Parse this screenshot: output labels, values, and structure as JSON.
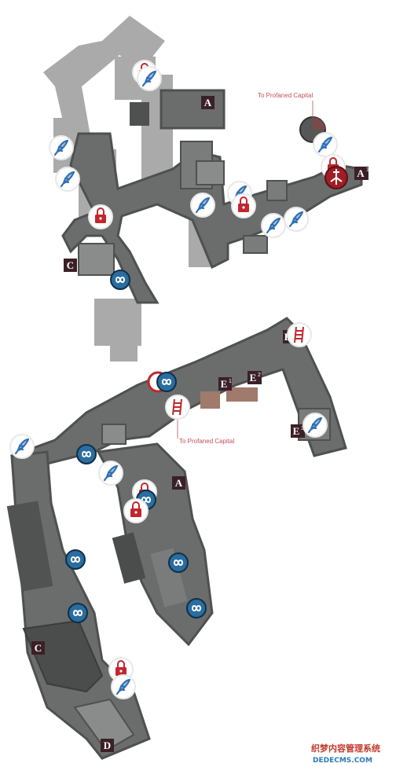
{
  "colors": {
    "upper_floor": "#a9aaa9",
    "upper_floor_dark": "#4e5150",
    "lower_floor": "#6a6d6c",
    "lower_floor_dark": "#4a4d4c",
    "lower_floor_light": "#8a8c8b",
    "label_bg": "#3b2027",
    "route_text": "#c0505a",
    "teleport_blue": "#2a6da0",
    "lock_red": "#c1272d",
    "feather_blue": "#2f6fb5"
  },
  "labels": {
    "a_upper": "A",
    "a1_upper": "A",
    "a1_sup": "1",
    "c_upper": "C",
    "a_lower": "A",
    "c_lower": "C",
    "d_lower": "D",
    "e1": "E",
    "e1_sup": "1",
    "e2": "E",
    "e2_sup": "2",
    "e3": "E",
    "e3_sup": "3",
    "e_hidden": "E"
  },
  "route_labels": {
    "upper": "To Profaned Capital",
    "lower": "To Profaned Capital"
  },
  "icons": {
    "feather": "feather-icon",
    "lock": "lock-icon",
    "teleport": "teleport-icon",
    "ladder": "ladder-icon",
    "lever": "lever-icon"
  },
  "watermark": {
    "line1": "织梦内容管理系统",
    "line2": "DEDECMS.COM"
  }
}
